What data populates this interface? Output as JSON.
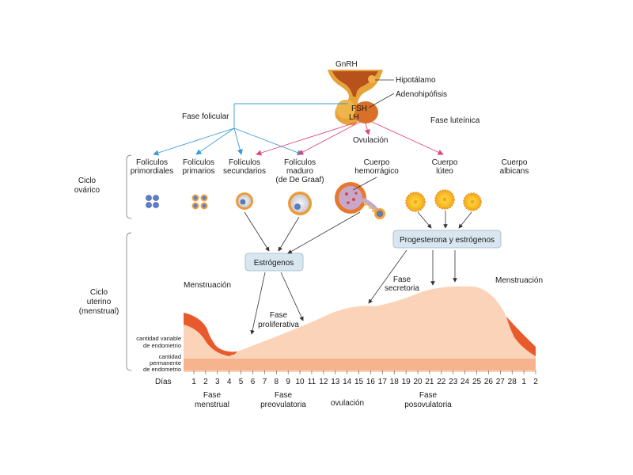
{
  "hormones": {
    "gnrh": "GnRH",
    "hipotalamo": "Hipotálamo",
    "adenohipofisis": "Adenohipófisis",
    "fsh": "FSH",
    "lh": "LH"
  },
  "phases": {
    "folicular": "Fase folicular",
    "luteinica": "Fase luteínica",
    "ovulacion": "Ovulación"
  },
  "ovarian": {
    "title_l1": "Ciclo",
    "title_l2": "ovárico",
    "stages": [
      {
        "l1": "Folículos",
        "l2": "primordiales",
        "l3": ""
      },
      {
        "l1": "Folículos",
        "l2": "primarios",
        "l3": ""
      },
      {
        "l1": "Folículos",
        "l2": "secundarios",
        "l3": ""
      },
      {
        "l1": "Folículos",
        "l2": "maduro",
        "l3": "(de De Graaf)"
      },
      {
        "l1": "Cuerpo",
        "l2": "hemorrágico",
        "l3": ""
      },
      {
        "l1": "Cuerpo",
        "l2": "lúteo",
        "l3": ""
      },
      {
        "l1": "Cuerpo",
        "l2": "albicans",
        "l3": ""
      }
    ]
  },
  "boxes": {
    "estrogenos": "Estrógenos",
    "prog_estr": "Progesterona y estrógenos"
  },
  "uterine": {
    "title_l1": "Ciclo",
    "title_l2": "uterino",
    "title_l3": "(menstrual)",
    "menstruacion": "Menstruación",
    "fase_proliferativa_l1": "Fase",
    "fase_proliferativa_l2": "proliferativa",
    "fase_secretoria_l1": "Fase",
    "fase_secretoria_l2": "secretoria",
    "variable_l1": "cantidad variable",
    "variable_l2": "de endometrio",
    "permanente_l1": "cantidad",
    "permanente_l2": "permanente",
    "permanente_l3": "de endometrio"
  },
  "days": {
    "label": "Días",
    "values": [
      "1",
      "2",
      "3",
      "4",
      "5",
      "6",
      "7",
      "8",
      "9",
      "10",
      "11",
      "12",
      "13",
      "14",
      "15",
      "16",
      "17",
      "18",
      "19",
      "20",
      "21",
      "22",
      "23",
      "24",
      "25",
      "26",
      "27",
      "28",
      "1",
      "2"
    ]
  },
  "bottom_phases": {
    "menstrual_l1": "Fase",
    "menstrual_l2": "menstrual",
    "preovulatoria_l1": "Fase",
    "preovulatoria_l2": "preovulatoria",
    "ovulacion": "ovulación",
    "posovulatoria_l1": "Fase",
    "posovulatoria_l2": "posovulatoria"
  },
  "colors": {
    "blue_line": "#3a9ad9",
    "pink_line": "#e0447a",
    "endometrium": "#fbd3b8",
    "permanent": "#f6b48e",
    "menses": "#e85a2c",
    "box_fill": "#d8e6f0",
    "gland": "#e8a23a"
  }
}
